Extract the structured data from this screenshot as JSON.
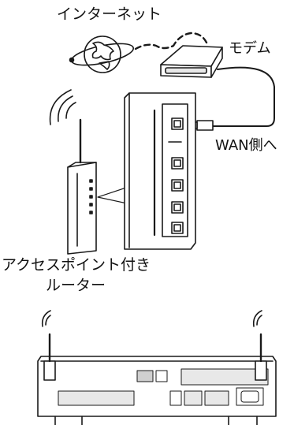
{
  "labels": {
    "internet": "インターネット",
    "modem": "モデム",
    "wan_side": "WAN側へ",
    "router_line1": "アクセスポイント付き",
    "router_line2": "ルーター"
  },
  "colors": {
    "stroke": "#1a1a1a",
    "fill": "#ffffff",
    "panel_gray": "#e8e8e8",
    "panel_dark": "#cfcfcf"
  },
  "icons": [
    "globe-icon",
    "wifi-signal-icon",
    "ethernet-port-icon"
  ]
}
